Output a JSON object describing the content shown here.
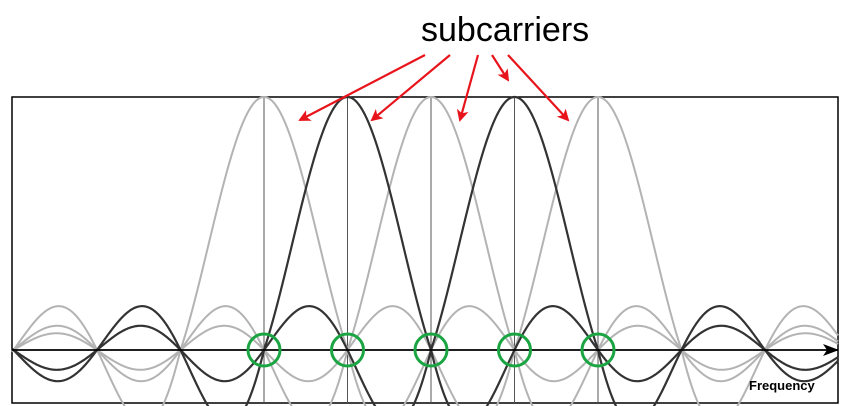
{
  "annotation": {
    "label": "subcarriers",
    "color": "#e8141b"
  },
  "axis": {
    "x_label": "Frequency"
  },
  "zero_marker_color": "#1aa542",
  "curve_colors": {
    "dark": "#333333",
    "light": "#b3b3b3"
  },
  "diagram": {
    "type": "ofdm-subcarrier-spectrum",
    "subcarrier_count": 5,
    "highlighted_subcarriers": [
      2,
      4
    ],
    "annotated_subcarriers": [
      1,
      2,
      3,
      4,
      5
    ],
    "orthogonality_points": 5
  }
}
